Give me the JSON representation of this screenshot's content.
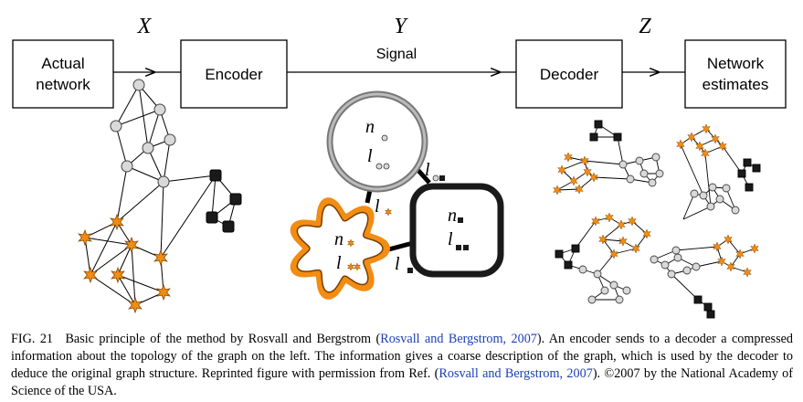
{
  "figure": {
    "var_x": "X",
    "var_y": "Y",
    "var_z": "Z",
    "signal": "Signal",
    "boxes": {
      "actual_line1": "Actual",
      "actual_line2": "network",
      "encoder": "Encoder",
      "decoder": "Decoder",
      "estimates_line1": "Network",
      "estimates_line2": "estimates"
    },
    "symbols": {
      "n": "n",
      "l": "l"
    },
    "colors": {
      "orange": "#f28c13",
      "gray_node": "#d9d9d9",
      "black_node": "#1a1a1a",
      "link_blue": "#1a3fb5"
    }
  },
  "caption": {
    "fig_no": "FIG. 21",
    "text1": "Basic principle of the method by Rosvall and Bergstrom (",
    "cite1": "Rosvall and Bergstrom, 2007",
    "text2": "). An encoder sends to a decoder a compressed information about the topology of the graph on the left. The information gives a coarse description of the graph, which is used by the decoder to deduce the original graph structure. Reprinted figure with permission from Ref. (",
    "cite2": "Rosvall and Bergstrom, 2007",
    "text3": "). ©2007 by the National Academy of Science of the USA."
  }
}
